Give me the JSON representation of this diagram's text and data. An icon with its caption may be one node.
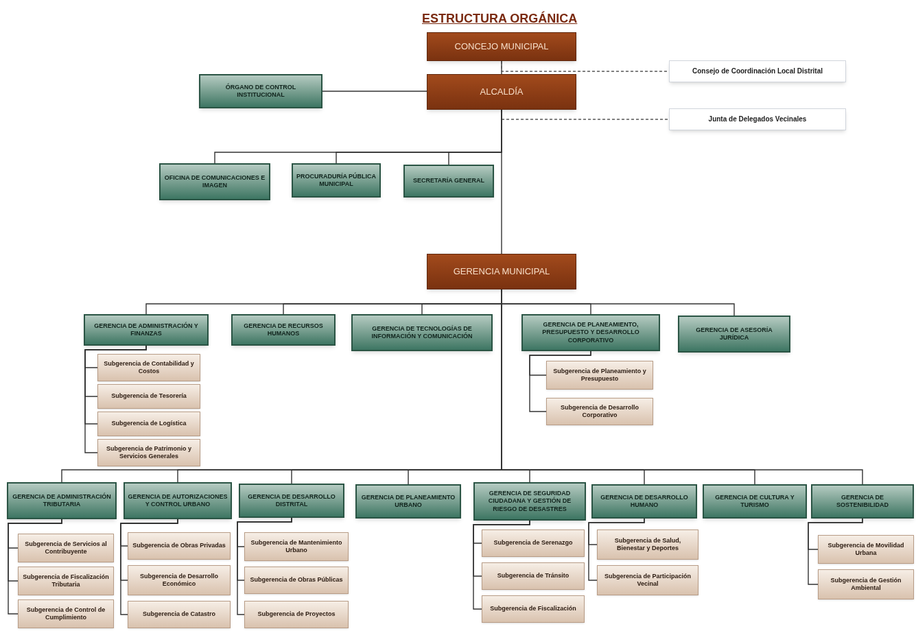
{
  "diagram": {
    "title": "ESTRUCTURA ORGÁNICA",
    "nodes": [
      {
        "text": [
          "CONCEJO MUNICIPAL"
        ]
      },
      {
        "text": [
          "ALCALDÍA"
        ]
      },
      {
        "text": [
          "ÓRGANO DE CONTROL INSTITUCIONAL"
        ]
      },
      {
        "text": [
          "Consejo de Coordinación Local Distrital"
        ]
      },
      {
        "text": [
          "Junta de Delegados Vecinales"
        ]
      },
      {
        "text": [
          "OFICINA DE COMUNICACIONES E IMAGEN"
        ]
      },
      {
        "text": [
          "PROCURADURÍA PÚBLICA MUNICIPAL"
        ]
      },
      {
        "text": [
          "SECRETARÍA GENERAL"
        ]
      },
      {
        "text": [
          "GERENCIA MUNICIPAL"
        ]
      },
      {
        "text": [
          "GERENCIA DE ADMINISTRACIÓN Y FINANZAS"
        ]
      },
      {
        "text": [
          "GERENCIA DE RECURSOS HUMANOS"
        ]
      },
      {
        "text": [
          "GERENCIA DE TECNOLOGÍAS DE INFORMACIÓN Y COMUNICACIÓN"
        ]
      },
      {
        "text": [
          "GERENCIA DE PLANEAMIENTO, PRESUPUESTO Y DESARROLLO CORPORATIVO"
        ]
      },
      {
        "text": [
          "GERENCIA DE ASESORÍA JURÍDICA"
        ]
      },
      {
        "text": [
          "Subgerencia de Contabilidad y Costos"
        ]
      },
      {
        "text": [
          "Subgerencia de Tesorería"
        ]
      },
      {
        "text": [
          "Subgerencia de Logística"
        ]
      },
      {
        "text": [
          "Subgerencia de Patrimonio y Servicios Generales"
        ]
      },
      {
        "text": [
          "Subgerencia de Planeamiento y Presupuesto"
        ]
      },
      {
        "text": [
          "Subgerencia de Desarrollo Corporativo"
        ]
      },
      {
        "text": [
          "GERENCIA DE ADMINISTRACIÓN TRIBUTARIA"
        ]
      },
      {
        "text": [
          "GERENCIA DE AUTORIZACIONES Y CONTROL URBANO"
        ]
      },
      {
        "text": [
          "GERENCIA DE DESARROLLO DISTRITAL"
        ]
      },
      {
        "text": [
          "GERENCIA DE PLANEAMIENTO URBANO"
        ]
      },
      {
        "text": [
          "GERENCIA DE SEGURIDAD CIUDADANA Y GESTIÓN DE RIESGO DE DESASTRES"
        ]
      },
      {
        "text": [
          "GERENCIA DE DESARROLLO HUMANO"
        ]
      },
      {
        "text": [
          "GERENCIA DE CULTURA Y TURISMO"
        ]
      },
      {
        "text": [
          "GERENCIA DE SOSTENIBILIDAD"
        ]
      },
      {
        "text": [
          "Subgerencia de Servicios al Contribuyente"
        ]
      },
      {
        "text": [
          "Subgerencia de Fiscalización Tributaria"
        ]
      },
      {
        "text": [
          "Subgerencia de Control de Cumplimiento"
        ]
      },
      {
        "text": [
          "Subgerencia de Obras Privadas"
        ]
      },
      {
        "text": [
          "Subgerencia de Desarrollo Económico"
        ]
      },
      {
        "text": [
          "Subgerencia de Catastro"
        ]
      },
      {
        "text": [
          "Subgerencia de Mantenimiento Urbano"
        ]
      },
      {
        "text": [
          "Subgerencia de Obras Públicas"
        ]
      },
      {
        "text": [
          "Subgerencia de Proyectos"
        ]
      },
      {
        "text": [
          "Subgerencia de Serenazgo"
        ]
      },
      {
        "text": [
          "Subgerencia de Tránsito"
        ]
      },
      {
        "text": [
          "Subgerencia de Fiscalización"
        ]
      },
      {
        "text": [
          "Subgerencia de Salud, Bienestar y Deportes"
        ]
      },
      {
        "text": [
          "Subgerencia de Participación Vecinal"
        ]
      },
      {
        "text": [
          "Subgerencia de Movilidad Urbana"
        ]
      },
      {
        "text": [
          "Subgerencia de Gestión Ambiental"
        ]
      }
    ],
    "edges": [
      {
        "from": 0,
        "to": 1,
        "arrow": "none"
      },
      {
        "from": 1,
        "to": 2,
        "arrow": "none"
      },
      {
        "from": 0,
        "to": 3,
        "arrow": "none",
        "style": "dashed"
      },
      {
        "from": 1,
        "to": 4,
        "arrow": "none",
        "style": "dashed"
      },
      {
        "from": 1,
        "to": 5,
        "arrow": "none"
      },
      {
        "from": 1,
        "to": 6,
        "arrow": "none"
      },
      {
        "from": 1,
        "to": 7,
        "arrow": "none"
      },
      {
        "from": 1,
        "to": 8,
        "arrow": "none"
      },
      {
        "from": 8,
        "to": 9,
        "arrow": "none"
      },
      {
        "from": 8,
        "to": 10,
        "arrow": "none"
      },
      {
        "from": 8,
        "to": 11,
        "arrow": "none"
      },
      {
        "from": 8,
        "to": 12,
        "arrow": "none"
      },
      {
        "from": 8,
        "to": 13,
        "arrow": "none"
      },
      {
        "from": 9,
        "to": 14,
        "arrow": "none"
      },
      {
        "from": 9,
        "to": 15,
        "arrow": "none"
      },
      {
        "from": 9,
        "to": 16,
        "arrow": "none"
      },
      {
        "from": 9,
        "to": 17,
        "arrow": "none"
      },
      {
        "from": 12,
        "to": 18,
        "arrow": "none"
      },
      {
        "from": 12,
        "to": 19,
        "arrow": "none"
      },
      {
        "from": 8,
        "to": 20,
        "arrow": "none"
      },
      {
        "from": 8,
        "to": 21,
        "arrow": "none"
      },
      {
        "from": 8,
        "to": 22,
        "arrow": "none"
      },
      {
        "from": 8,
        "to": 23,
        "arrow": "none"
      },
      {
        "from": 8,
        "to": 24,
        "arrow": "none"
      },
      {
        "from": 8,
        "to": 25,
        "arrow": "none"
      },
      {
        "from": 8,
        "to": 26,
        "arrow": "none"
      },
      {
        "from": 8,
        "to": 27,
        "arrow": "none"
      },
      {
        "from": 20,
        "to": 28,
        "arrow": "none"
      },
      {
        "from": 20,
        "to": 29,
        "arrow": "none"
      },
      {
        "from": 20,
        "to": 30,
        "arrow": "none"
      },
      {
        "from": 21,
        "to": 31,
        "arrow": "none"
      },
      {
        "from": 21,
        "to": 32,
        "arrow": "none"
      },
      {
        "from": 21,
        "to": 33,
        "arrow": "none"
      },
      {
        "from": 22,
        "to": 34,
        "arrow": "none"
      },
      {
        "from": 22,
        "to": 35,
        "arrow": "none"
      },
      {
        "from": 22,
        "to": 36,
        "arrow": "none"
      },
      {
        "from": 24,
        "to": 37,
        "arrow": "none"
      },
      {
        "from": 24,
        "to": 38,
        "arrow": "none"
      },
      {
        "from": 24,
        "to": 39,
        "arrow": "none"
      },
      {
        "from": 25,
        "to": 40,
        "arrow": "none"
      },
      {
        "from": 25,
        "to": 41,
        "arrow": "none"
      },
      {
        "from": 27,
        "to": 42,
        "arrow": "none"
      },
      {
        "from": 27,
        "to": 43,
        "arrow": "none"
      }
    ]
  }
}
